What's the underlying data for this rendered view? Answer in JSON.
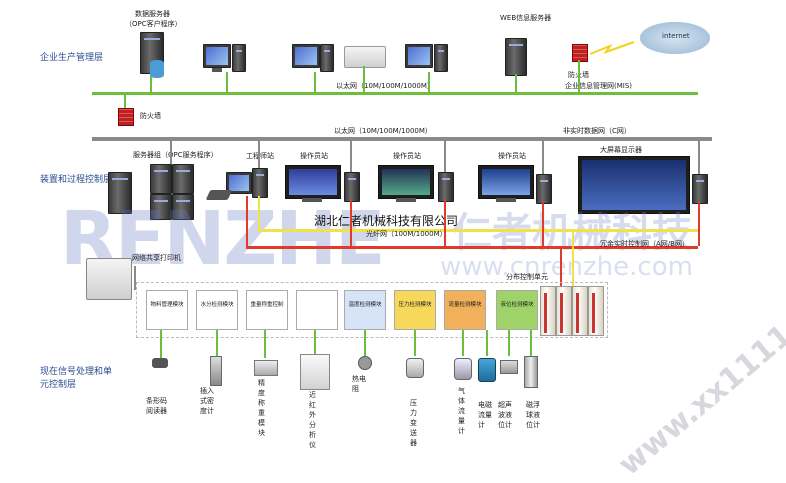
{
  "layers": {
    "enterprise": "企业生产管理层",
    "device_process": "装置和过程控制层",
    "field": "现在信号处理和单元控制层"
  },
  "top": {
    "db_server_title": "数据服务器",
    "db_server_sub": "（OPC客户程序）",
    "web_server": "WEB信息服务器",
    "internet": "internet",
    "firewall_top": "防火墙",
    "ethernet_top": "以太网（10M/100M/1000M）",
    "mis": "企业信息管理网(MIS)"
  },
  "middle": {
    "firewall_mid": "防火墙",
    "ethernet_mid": "以太网（10M/100M/1000M）",
    "non_realtime": "非实时数据网（C网）",
    "server_group": "服务器组（OPC服务程序）",
    "eng_station": "工程师站",
    "operator1": "操作员站",
    "operator2": "操作员站",
    "bigscreen": "大屏幕显示器",
    "company": "湖北仁者机械科技有限公司",
    "fiber": "光纤网（100M/1000M）",
    "redundant": "冗余实时控制网（A网/B网）",
    "printer": "网络共享打印机",
    "distributed": "分布控制单元"
  },
  "modules": [
    {
      "label": "物料管理模块"
    },
    {
      "label": "水分检测模块"
    },
    {
      "label": "重量称重控制"
    },
    {
      "label": ""
    },
    {
      "label": "温度检测模块"
    },
    {
      "label": "压力检测模块"
    },
    {
      "label": "流量检测模块"
    },
    {
      "label": "液位检测模块"
    }
  ],
  "sensors": [
    {
      "label": "条形码阅读器"
    },
    {
      "label": "插入式密度计"
    },
    {
      "label": "精度称重模块"
    },
    {
      "label": "近红外分析仪"
    },
    {
      "label": "热电阻"
    },
    {
      "label": "压力变送器"
    },
    {
      "label": "气体流量计"
    },
    {
      "label": "电磁流量计"
    },
    {
      "label": "超声波液位计"
    },
    {
      "label": "磁浮球液位计"
    }
  ],
  "watermarks": {
    "brand_latin": "RENZHE",
    "brand_cn": "仁者机械科技",
    "url": "www.cnrenzhe.com",
    "diag": "www.xx1111.com"
  },
  "colors": {
    "green_bus": "#6cbf3c",
    "grey_bus": "#8a8a8a",
    "red_bus": "#e03a2a",
    "yellow_bus": "#f2e24a",
    "layer_text": "#2a4d8f"
  }
}
